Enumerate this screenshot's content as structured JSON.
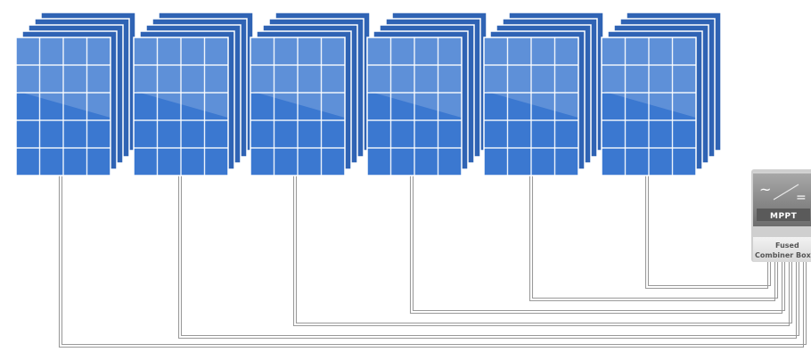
{
  "combiner": {
    "mppt_label": "MPPT",
    "label_line1": "Fused",
    "label_line2": "Combiner Box",
    "ac_symbol": "~",
    "dc_symbol": "="
  },
  "strings": [
    {
      "id": 1
    },
    {
      "id": 2
    },
    {
      "id": 3
    },
    {
      "id": 4
    },
    {
      "id": 5
    },
    {
      "id": 6
    }
  ],
  "colors": {
    "panel_fill": "#3b78d0",
    "panel_frame": "#ffffff",
    "panel_back": "#2f63b4",
    "wire": "#9a9a9a",
    "box_top": "#8a8a8a",
    "box_bottom": "#e6e6e6"
  }
}
